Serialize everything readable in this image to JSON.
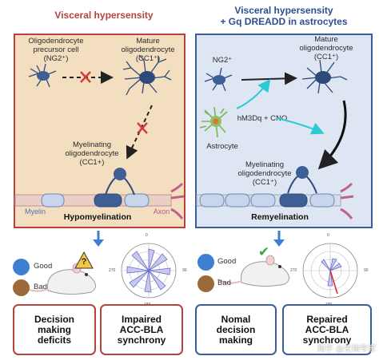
{
  "left_panel": {
    "title": "Visceral hypersensity",
    "opc_label_line1": "Oligodendrocyte",
    "opc_label_line2": "precursor cell",
    "opc_label_line3": "(NG2⁺)",
    "mature_label_line1": "Mature",
    "mature_label_line2": "oligodendrocyte",
    "mature_label_line3": "(CC1⁺)",
    "myelinating_label_line1": "Myelinating",
    "myelinating_label_line2": "oligodendrocyte",
    "myelinating_label_line3": "(CC1+)",
    "myelin_label": "Myelin",
    "axon_label": "Axon",
    "outcome": "Hypomyelination"
  },
  "right_panel": {
    "title_line1": "Visceral hypersensity",
    "title_line2": "+ Gq DREADD in astrocytes",
    "ng2_label": "NG2⁺",
    "mature_label_line1": "Mature",
    "mature_label_line2": "oligodendrocyte",
    "mature_label_line3": "(CC1⁺)",
    "drug_label": "hM3Dq + CNO",
    "astrocyte_label": "Astrocyte",
    "myelinating_label_line1": "Myelinating",
    "myelinating_label_line2": "oligodendrocyte",
    "myelinating_label_line3": "(CC1⁺)",
    "outcome": "Remyelination"
  },
  "legend": {
    "good": "Good",
    "bad": "Bad",
    "question_mark": "?",
    "check_mark": "✔"
  },
  "polar_ticks": {
    "top": "0",
    "right": "90",
    "bottom": "180",
    "left": "270",
    "bottom_left": "270"
  },
  "result_boxes": {
    "left_a_line1": "Decision",
    "left_a_line2": "making",
    "left_a_line3": "deficits",
    "left_b_line1": "Impaired",
    "left_b_line2": "ACC-BLA",
    "left_b_line3": "synchrony",
    "right_a_line1": "Nomal",
    "right_a_line2": "decision",
    "right_a_line3": "making",
    "right_b_line1": "Repaired",
    "right_b_line2": "ACC-BLA",
    "right_b_line3": "synchrony"
  },
  "watermark": "知乎 @生物专家",
  "colors": {
    "left_bg": "#f3dfc0",
    "left_border": "#b5433c",
    "right_bg": "#dfe6f3",
    "right_border": "#3b5d9b",
    "good_dot": "#3d7fd1",
    "bad_dot": "#9b6a3b",
    "arrow_blue": "#3d7fd1",
    "cyan": "#2fc8d6"
  }
}
